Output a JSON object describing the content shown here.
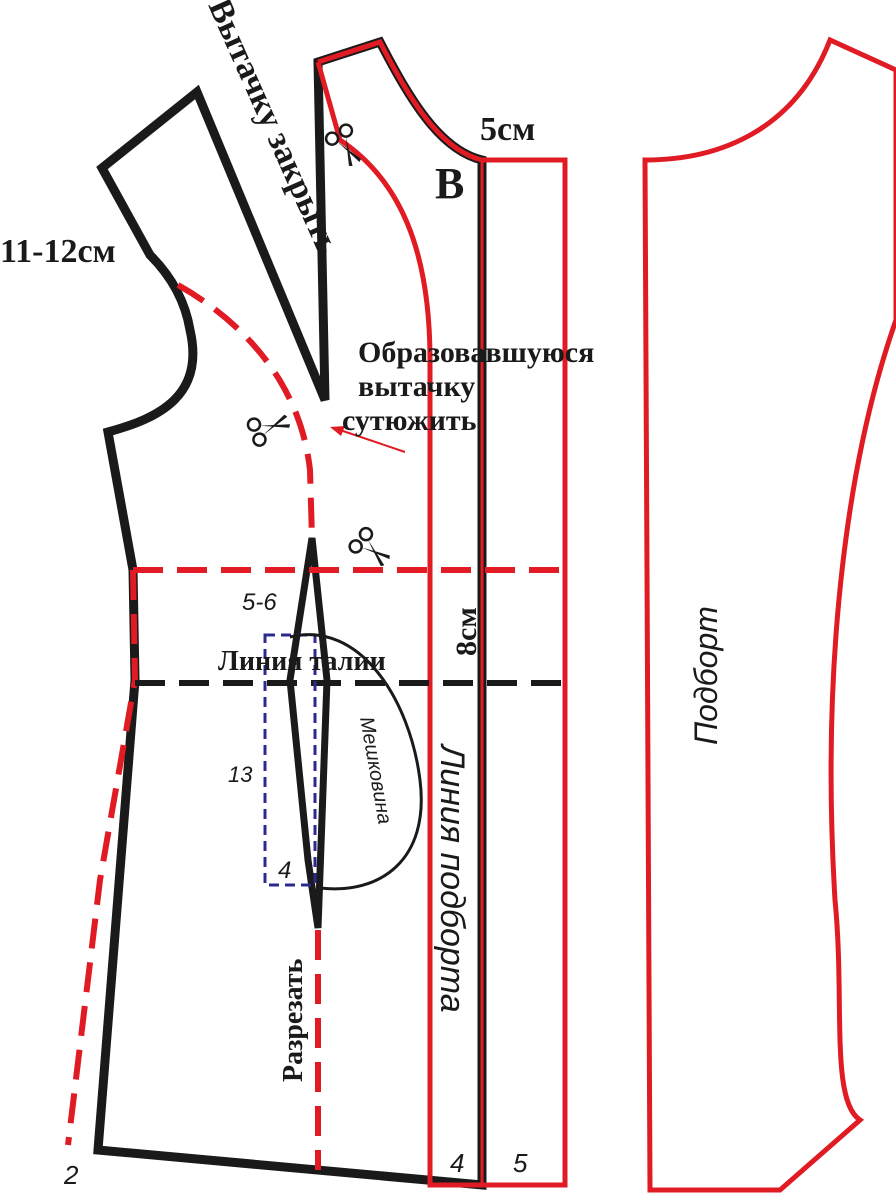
{
  "labels": {
    "close_dart": "Вытачку закрыть",
    "measure_11_12": "11-12см",
    "measure_5cm": "5см",
    "point_b": "В",
    "formed_dart_line1": "Образовавшуюся",
    "formed_dart_line2": "вытачку",
    "formed_dart_line3": "сутюжить",
    "measure_8cm": "8см",
    "measure_5_6": "5-6",
    "waist_line": "Линия талии",
    "pocket_bag": "Мешковина",
    "facing_line": "Линия подборта",
    "facing": "Подборт",
    "cut": "Разрезать",
    "num_13": "13",
    "num_4_pocket": "4",
    "num_2": "2",
    "num_4_bottom": "4",
    "num_5_bottom": "5"
  },
  "icons": [
    "scissors-icon",
    "scissors-icon",
    "scissors-icon"
  ],
  "colors": {
    "outline": "#1a1a1a",
    "red": "#e01b24",
    "pocket_dash": "#2b2b8f"
  }
}
